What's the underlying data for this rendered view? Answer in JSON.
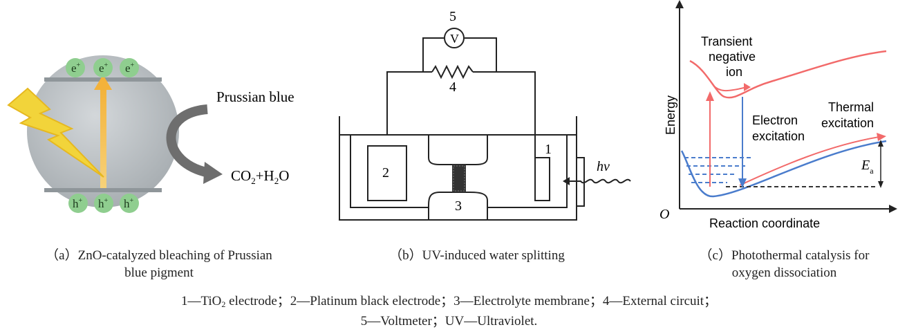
{
  "panel_a": {
    "electrons": [
      "e",
      "e",
      "e"
    ],
    "electron_sup": "+",
    "holes": [
      "h",
      "h",
      "h"
    ],
    "hole_sup": "+",
    "reactant": "Prussian blue",
    "product_prefix": "CO",
    "product_sub1": "2",
    "product_mid": "+H",
    "product_sub2": "2",
    "product_suffix": "O",
    "colors": {
      "sphere": "#b9bec2",
      "band": "#8f969a",
      "particle": "#8fce8f",
      "arrow": "#f3c05a",
      "bolt": "#f0d030",
      "curved_arrow": "#6e6e6e"
    }
  },
  "panel_b": {
    "labels": {
      "voltmeter_number": "5",
      "voltmeter_symbol": "V",
      "resistor_number": "4",
      "electrode1_number": "1",
      "electrode2_number": "2",
      "membrane_number": "3",
      "light": "hv"
    }
  },
  "panel_c": {
    "y_axis_label": "Energy",
    "x_axis_label": "Reaction coordinate",
    "origin_label": "O",
    "transient_ion_label": [
      "Transient",
      "negative",
      "ion"
    ],
    "electron_excitation_label": [
      "Electron",
      "excitation"
    ],
    "thermal_excitation_label": [
      "Thermal",
      "excitation"
    ],
    "activation_energy_label": "E",
    "activation_energy_sub": "a",
    "colors": {
      "excited_curve": "#f26a6a",
      "ground_curve": "#4a7ccc",
      "level_line": "#333333"
    }
  },
  "captions": {
    "a_line1": "（a）ZnO-catalyzed bleaching of Prussian",
    "a_line2": "blue pigment",
    "b": "（b）UV-induced water splitting",
    "c_line1": "（c）Photothermal catalysis for",
    "c_line2": "oxygen dissociation"
  },
  "legend": {
    "line1_pre": "1—TiO",
    "line1_sub": "2",
    "line1_post": " electrode；2—Platinum black electrode；3—Electrolyte membrane；4—External circuit；",
    "line2": "5—Voltmeter；UV—Ultraviolet."
  }
}
